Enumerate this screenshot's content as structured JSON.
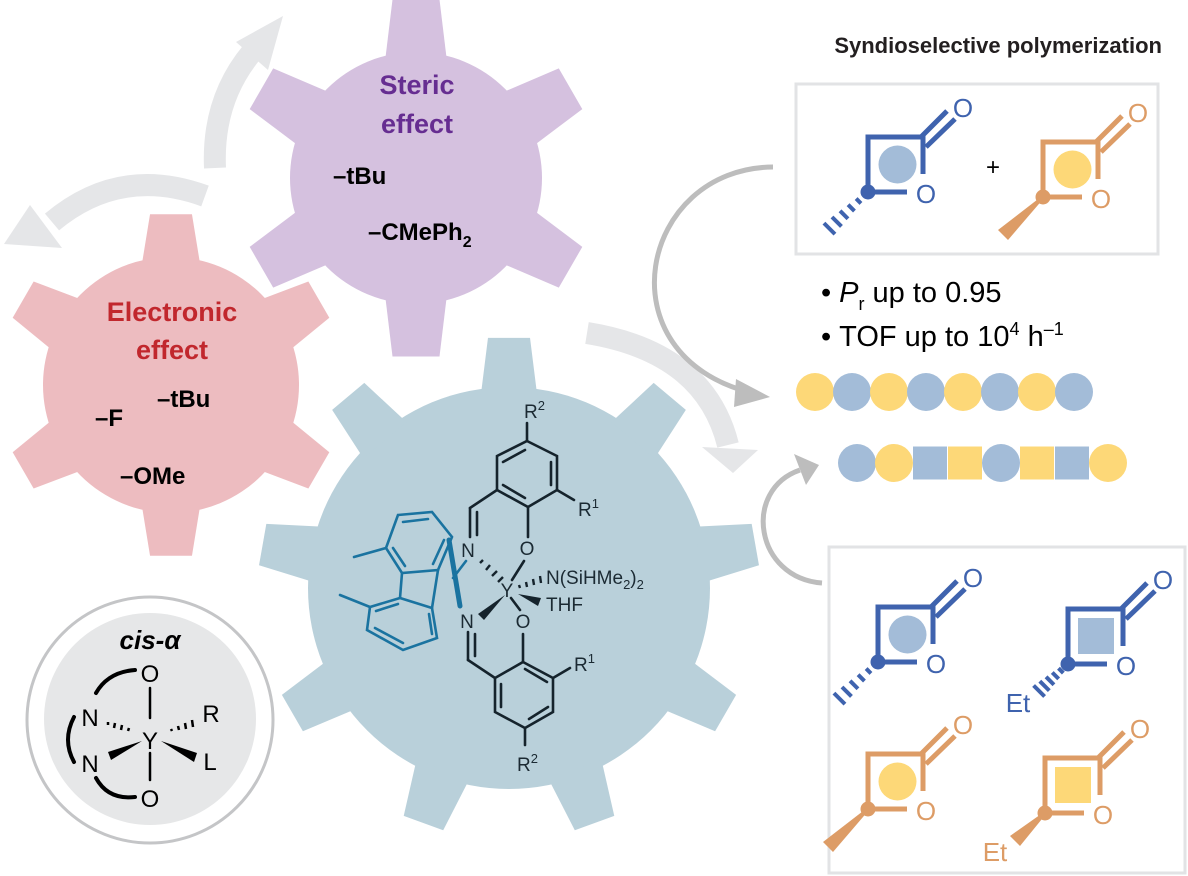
{
  "colors": {
    "steric_gear": "#d5c1df",
    "electronic_gear": "#edbcc0",
    "catalyst_gear": "#b9d0da",
    "steric_text": "#662d91",
    "electronic_text": "#c1272d",
    "r1_color": "#7b3f98",
    "r2_color": "#9b2c4a",
    "ligand_backbone": "#1a73a0",
    "blue_monomer": "#3f63ae",
    "blue_fill": "#a3bcd8",
    "orange_monomer": "#dd9c66",
    "yellow_fill": "#fdd878"
  },
  "steric": {
    "title_line1": "Steric",
    "title_line2": "effect",
    "groups": [
      "–tBu",
      "–CMePh",
      "2"
    ]
  },
  "electronic": {
    "title_line1": "Electronic",
    "title_line2": "effect",
    "groups": [
      "–tBu",
      "–F",
      "–OMe"
    ]
  },
  "cis_alpha": {
    "label": "cis-α",
    "atoms": {
      "O_top": "O",
      "O_bottom": "O",
      "N_top": "N",
      "N_bottom": "N",
      "Y": "Y",
      "R": "R",
      "L": "L"
    }
  },
  "catalyst": {
    "Y": "Y",
    "N": "N",
    "O": "O",
    "R": "R",
    "sup1": "1",
    "sup2": "2",
    "amide_a": "N(SiHMe",
    "amide_sub": "2",
    "amide_b": ")",
    "amide_sub2": "2",
    "thf": "THF"
  },
  "panel": {
    "title": "Syndioselective polymerization",
    "plus": "+",
    "atom_O": "O",
    "et": "Et",
    "stat1": {
      "bullet": "•",
      "P": "P",
      "sub": "r",
      "rest": " up to 0.95"
    },
    "stat2": {
      "bullet": "•",
      "text": "TOF up to 10",
      "sup": "4",
      "unit": " h",
      "unit_sup": "–1"
    }
  },
  "monomers_top": [
    {
      "color": "blue",
      "core": "circle",
      "stereo": "hash",
      "et": false
    },
    {
      "color": "orange",
      "core": "circle",
      "stereo": "wedge",
      "et": false
    }
  ],
  "monomers_bottom": [
    {
      "color": "blue",
      "core": "circle",
      "stereo": "hash",
      "et": false
    },
    {
      "color": "blue",
      "core": "square",
      "stereo": "hash",
      "et": true
    },
    {
      "color": "orange",
      "core": "circle",
      "stereo": "wedge",
      "et": false
    },
    {
      "color": "orange",
      "core": "square",
      "stereo": "wedge",
      "et": true
    }
  ],
  "chain_1": [
    {
      "unit": "yellow",
      "shape": "circle"
    },
    {
      "unit": "blue",
      "shape": "circle"
    },
    {
      "unit": "yellow",
      "shape": "circle"
    },
    {
      "unit": "blue",
      "shape": "circle"
    },
    {
      "unit": "yellow",
      "shape": "circle"
    },
    {
      "unit": "blue",
      "shape": "circle"
    },
    {
      "unit": "yellow",
      "shape": "circle"
    },
    {
      "unit": "blue",
      "shape": "circle"
    }
  ],
  "chain_2": [
    {
      "unit": "blue",
      "shape": "circle"
    },
    {
      "unit": "yellow",
      "shape": "circle"
    },
    {
      "unit": "blue",
      "shape": "square"
    },
    {
      "unit": "yellow",
      "shape": "square"
    },
    {
      "unit": "blue",
      "shape": "circle"
    },
    {
      "unit": "yellow",
      "shape": "square"
    },
    {
      "unit": "blue",
      "shape": "square"
    },
    {
      "unit": "yellow",
      "shape": "circle"
    }
  ]
}
